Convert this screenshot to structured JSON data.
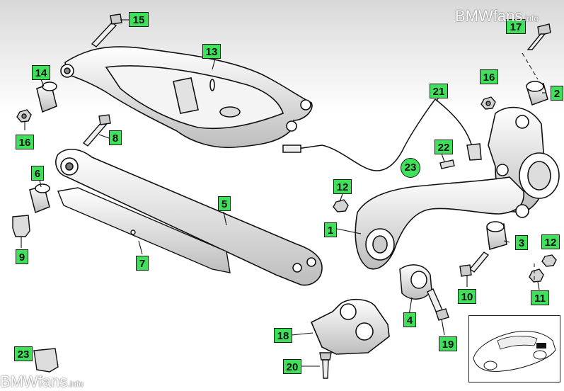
{
  "watermark": {
    "top_right": "BMWfans",
    "top_right_suffix": ".info",
    "bottom_left": "BMWfans",
    "bottom_left_suffix": ".info"
  },
  "callouts": {
    "c1": "1",
    "c2": "2",
    "c3": "3",
    "c4": "4",
    "c5": "5",
    "c6": "6",
    "c7": "7",
    "c8": "8",
    "c9": "9",
    "c10": "10",
    "c11": "11",
    "c12a": "12",
    "c12b": "12",
    "c13": "13",
    "c14": "14",
    "c15": "15",
    "c16a": "16",
    "c16b": "16",
    "c17": "17",
    "c18": "18",
    "c19": "19",
    "c20": "20",
    "c21": "21",
    "c22": "22",
    "c23a": "23",
    "c23b": "23"
  },
  "colors": {
    "callout_fill": "#3fe05a",
    "line": "#111111",
    "part_fill": "#ffffff",
    "part_shade": "#cfcfcf"
  }
}
